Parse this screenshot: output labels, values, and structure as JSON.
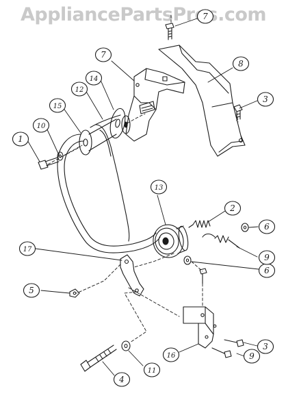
{
  "watermark": "AppliancePartsPros.com",
  "callouts": [
    {
      "id": "c1",
      "label": "1",
      "part": "bolt"
    },
    {
      "id": "c2",
      "label": "2",
      "part": "spring-upper"
    },
    {
      "id": "c3a",
      "label": "3",
      "part": "screw-right-upper"
    },
    {
      "id": "c3b",
      "label": "3",
      "part": "screw-bracket"
    },
    {
      "id": "c4",
      "label": "4",
      "part": "long-bolt"
    },
    {
      "id": "c5",
      "label": "5",
      "part": "nut"
    },
    {
      "id": "c6a",
      "label": "6",
      "part": "washer-upper"
    },
    {
      "id": "c6b",
      "label": "6",
      "part": "washer-lower"
    },
    {
      "id": "c7a",
      "label": "7",
      "part": "screw-top"
    },
    {
      "id": "c7b",
      "label": "7",
      "part": "motor-bracket"
    },
    {
      "id": "c8",
      "label": "8",
      "part": "top-arm-bracket"
    },
    {
      "id": "c9a",
      "label": "9",
      "part": "torsion-spring"
    },
    {
      "id": "c9b",
      "label": "9",
      "part": "screw-bracket-right"
    },
    {
      "id": "c10",
      "label": "10",
      "part": "small-washer"
    },
    {
      "id": "c11",
      "label": "11",
      "part": "flat-washer"
    },
    {
      "id": "c12",
      "label": "12",
      "part": "belt"
    },
    {
      "id": "c13",
      "label": "13",
      "part": "idler-pulley"
    },
    {
      "id": "c14",
      "label": "14",
      "part": "pulley-washer"
    },
    {
      "id": "c15",
      "label": "15",
      "part": "drive-pulley"
    },
    {
      "id": "c16",
      "label": "16",
      "part": "idler-bracket"
    },
    {
      "id": "c17",
      "label": "17",
      "part": "idler-arm"
    }
  ]
}
